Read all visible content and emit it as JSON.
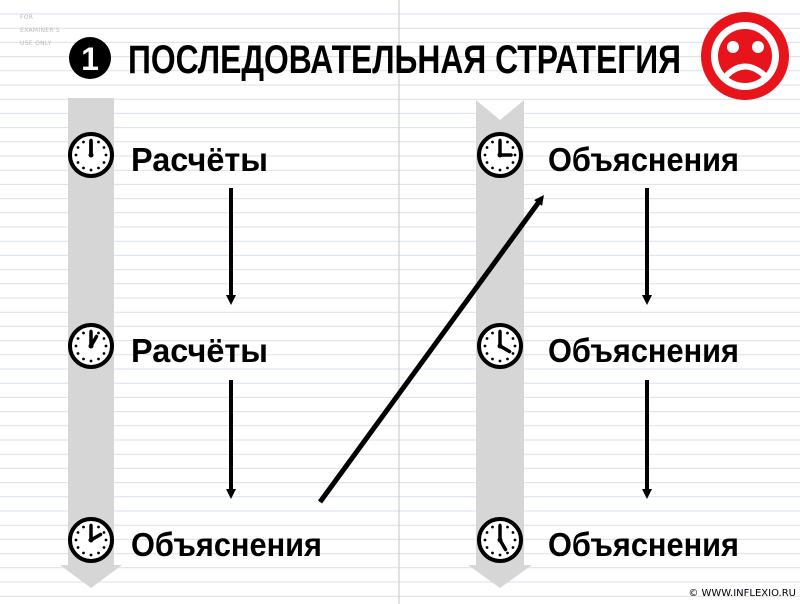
{
  "margin_note": [
    "FOR",
    "EXAMINER'S",
    "USE ONLY"
  ],
  "title": {
    "number": "1",
    "text": "ПОСЛЕДОВАТЕЛЬНАЯ СТРАТЕГИЯ"
  },
  "status_icon": "sad-face-icon",
  "left_column": {
    "steps": [
      {
        "label": "Расчёты",
        "clock_icon": "clock-icon-12"
      },
      {
        "label": "Расчёты",
        "clock_icon": "clock-icon-1"
      },
      {
        "label": "Объяснения",
        "clock_icon": "clock-icon-2"
      }
    ]
  },
  "right_column": {
    "steps": [
      {
        "label": "Объяснения",
        "clock_icon": "clock-icon-3"
      },
      {
        "label": "Объяснения",
        "clock_icon": "clock-icon-4"
      },
      {
        "label": "Объяснения",
        "clock_icon": "clock-icon-5"
      }
    ]
  },
  "copyright": "© WWW.INFLEXIO.RU",
  "colors": {
    "accent_red": "#e8141b",
    "time_band": "#d6d6d6",
    "ruled_line": "#d9e1ec",
    "paper_fold": "#cfcfcf"
  }
}
